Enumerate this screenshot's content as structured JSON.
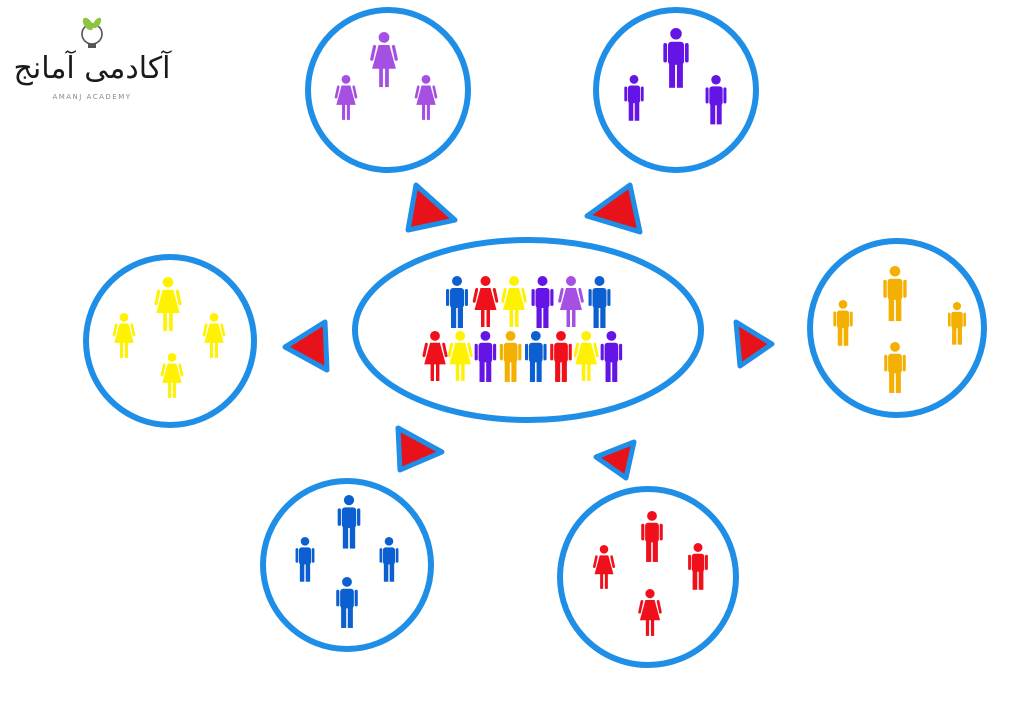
{
  "logo": {
    "text_fa": "آکادمی آمانج",
    "text_en": "AMANJ ACADEMY",
    "leaf_color": "#8cc63f"
  },
  "colors": {
    "ring": "#1e8ee6",
    "arrow_fill": "#e8121b",
    "arrow_border": "#1e8ee6"
  },
  "groups": [
    {
      "id": "top-left",
      "color": "#a64fe3",
      "figures": [
        "female",
        "female",
        "female"
      ]
    },
    {
      "id": "top-right",
      "color": "#6514e6",
      "figures": [
        "male",
        "male",
        "male"
      ]
    },
    {
      "id": "left",
      "color": "#fff200",
      "figures": [
        "female",
        "female",
        "female",
        "female"
      ]
    },
    {
      "id": "right",
      "color": "#f4b000",
      "figures": [
        "male",
        "male",
        "male",
        "male"
      ]
    },
    {
      "id": "bottom-left",
      "color": "#0c5fd0",
      "figures": [
        "male",
        "male",
        "male",
        "male"
      ]
    },
    {
      "id": "bottom-right",
      "color": "#f0101b",
      "figures": [
        "female",
        "male",
        "male",
        "female"
      ]
    }
  ],
  "crowd": [
    {
      "color": "#0c5fd0",
      "figure": "male"
    },
    {
      "color": "#f0101b",
      "figure": "female"
    },
    {
      "color": "#fff200",
      "figure": "female"
    },
    {
      "color": "#6514e6",
      "figure": "male"
    },
    {
      "color": "#a64fe3",
      "figure": "female"
    },
    {
      "color": "#0c5fd0",
      "figure": "male"
    },
    {
      "color": "#f0101b",
      "figure": "female"
    },
    {
      "color": "#fff200",
      "figure": "female"
    },
    {
      "color": "#6514e6",
      "figure": "male"
    },
    {
      "color": "#f4b000",
      "figure": "male"
    },
    {
      "color": "#0c5fd0",
      "figure": "male"
    },
    {
      "color": "#f0101b",
      "figure": "male"
    },
    {
      "color": "#fff200",
      "figure": "female"
    },
    {
      "color": "#6514e6",
      "figure": "male"
    }
  ]
}
